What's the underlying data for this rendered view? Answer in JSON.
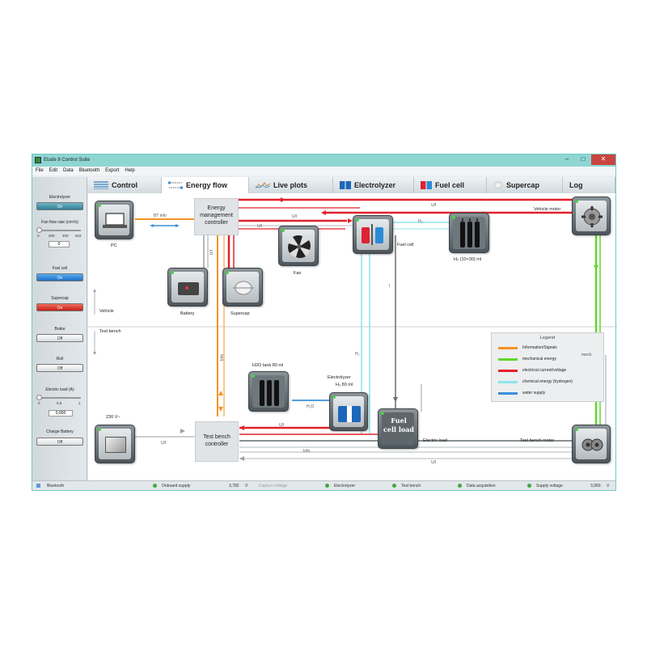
{
  "window": {
    "title": "Etude 8 Control Suite"
  },
  "menu": [
    "File",
    "Edit",
    "Data",
    "Bluetooth",
    "Export",
    "Help"
  ],
  "tabs": [
    {
      "label": "Control",
      "icon": "control-panel-icon"
    },
    {
      "label": "Energy flow",
      "icon": "energy-flow-icon"
    },
    {
      "label": "Live plots",
      "icon": "chart-icon"
    },
    {
      "label": "Electrolyzer",
      "icon": "electrolyzer-icon"
    },
    {
      "label": "Fuel cell",
      "icon": "fuel-cell-icon"
    },
    {
      "label": "Supercap",
      "icon": "supercap-icon"
    },
    {
      "label": "Log",
      "icon": "log-icon"
    }
  ],
  "active_tab": "Energy flow",
  "sidebar": {
    "electrolyzer_label": "Electrolyzer",
    "electrolyzer_btn": "On",
    "fan_label": "Fan flow rate (cm³/s)",
    "fan_ticks": [
      "0",
      "200",
      "400",
      "616"
    ],
    "fan_value": "0",
    "fuelcell_label": "Fuel cell",
    "fuelcell_btn": "On",
    "supercap_label": "Supercap",
    "supercap_btn": "On",
    "brake_label": "Brake",
    "brake_btn": "Off",
    "roll_label": "Roll",
    "roll_btn": "Off",
    "load_label": "Electric load (A)",
    "load_ticks": [
      "0",
      "0,5",
      "1"
    ],
    "load_value": "0,000",
    "charge_label": "Charge Battery",
    "charge_btn": "Off"
  },
  "diagram": {
    "pc": "PC",
    "emc": "Energy management controller",
    "battery": "Battery",
    "supercap": "Supercap",
    "fan": "Fan",
    "fuelcell": "Fuel cell",
    "h2tank_top": "H₂ (10×30) ml",
    "vehicle_motor": "Vehicle motor",
    "vehicle": "Vehicle",
    "test_bench": "Test bench",
    "h2o_tank": "H2O tank 80 ml",
    "electrolyzer": "Electrolyzer",
    "electrolyzer_h2": "H₂ 80 ml",
    "electric_load": "Electric load",
    "electric_load_icon_text": "Fuel cell load",
    "test_bench_motor": "Test bench motor",
    "power_source": "230 V~",
    "tbc": "Test bench controller",
    "flow_bt": "BT info",
    "flow_ui_top": "U/I",
    "flow_ui_mid": "U/I",
    "flow_ui_emc": "U/I",
    "flow_ui_batt": "U/I",
    "flow_h2": "H₂",
    "flow_i": "I",
    "flow_h2_down": "H₂",
    "flow_h2o": "H₂O",
    "flow_info": "Info",
    "flow_ui_tb": "U/I",
    "flow_ui_tbc": "U/I",
    "flow_info_bottom": "Info",
    "flow_ui_bottom": "U/I",
    "flow_mech": "mech."
  },
  "legend": {
    "title": "Legend",
    "items": [
      {
        "label": "Information/Signals",
        "color": "#f39323"
      },
      {
        "label": "mechanical energy",
        "color": "#62d62a"
      },
      {
        "label": "electrical current/voltage",
        "color": "#e3212a"
      },
      {
        "label": "chemical energy (hydrogen)",
        "color": "#8fe3ea"
      },
      {
        "label": "water supply",
        "color": "#3a8fd8"
      }
    ]
  },
  "status": {
    "bluetooth": "Bluetooth",
    "onboard": "Onboard supply",
    "onboard_val": "3,782",
    "onboard_unit": "V",
    "capture": "Capture voltage",
    "electrolyzer": "Electrolyzer",
    "testbench": "Test bench",
    "daq": "Data acquisition",
    "supply": "Supply voltage",
    "supply_val": "3,960",
    "supply_unit": "V"
  }
}
